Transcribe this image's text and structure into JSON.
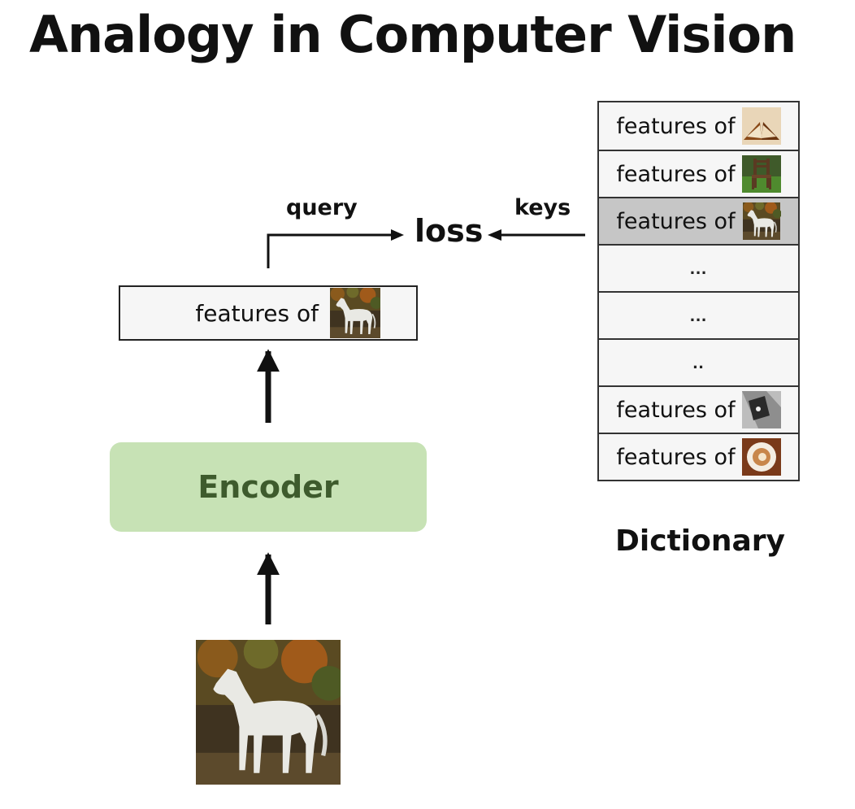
{
  "title": "Analogy in Computer Vision",
  "labels": {
    "query": "query",
    "keys": "keys",
    "loss": "loss",
    "dictionary": "Dictionary"
  },
  "encoder": {
    "label": "Encoder"
  },
  "query_feature": {
    "text": "features of",
    "image": "horse-thumbnail"
  },
  "input_image": "horse-photo",
  "dictionary_rows": [
    {
      "text": "features of",
      "image": "book-thumbnail"
    },
    {
      "text": "features of",
      "image": "chair-thumbnail"
    },
    {
      "text": "features of",
      "image": "horse-thumbnail",
      "highlighted": true
    },
    {
      "text": "..."
    },
    {
      "text": "..."
    },
    {
      "text": ".."
    },
    {
      "text": "features of",
      "image": "bw-photo-thumbnail"
    },
    {
      "text": "features of",
      "image": "coffee-cup-thumbnail"
    }
  ],
  "colors": {
    "encoder_fill": "#c7e2b5",
    "encoder_text": "#3e5b2d",
    "highlight_row": "#c6c6c6"
  }
}
